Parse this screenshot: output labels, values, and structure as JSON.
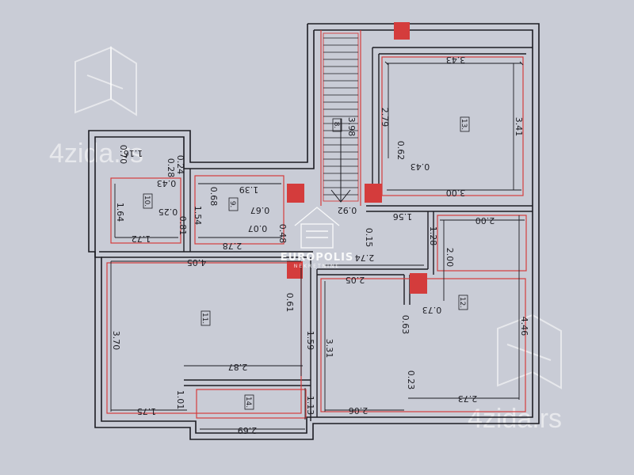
{
  "watermarks": {
    "left": "4zida.rs",
    "right": "4zida.rs"
  },
  "brand": {
    "name": "EUROPOLIS",
    "subtitle": "NEKRETNINE"
  },
  "rooms": {
    "r8": "8.",
    "r9": "9.",
    "r10": "10.",
    "r11": "11.",
    "r12": "12.",
    "r13": "13.",
    "r14": "14."
  },
  "dimensions": {
    "room13_top": "3.43",
    "room13_left": "2.79",
    "room13_right": "3.41",
    "room13_bottom": "3.00",
    "room13_nook_w": "0.43",
    "room13_nook_h": "0.62",
    "stair_len": "3.98",
    "stair_w": "0.92",
    "room10_top_a": "0.70",
    "room10_top_b": "1.16",
    "room10_c": "0.28",
    "room10_d": "0.24",
    "room10_e": "0.43",
    "room10_f": "0.25",
    "room10_left": "1.64",
    "room10_right": "0.81",
    "room10_bottom": "1.72",
    "room9_a": "0.68",
    "room9_top": "1.39",
    "room9_b": "0.67",
    "room9_c": "0.07",
    "room9_left": "1.54",
    "room9_bottom": "2.78",
    "room9_d": "0.48",
    "hall_a": "0.15",
    "hall_b": "1.56",
    "hall_c": "2.74",
    "hall_d": "2.05",
    "hall_e": "1.28",
    "room12_top": "2.00",
    "room12_a": "2.00",
    "room12_b": "0.73",
    "room12_c": "0.63",
    "room12_right": "4.46",
    "room12_d": "0.23",
    "room12_bottom_r": "2.73",
    "room12_bottom_l": "2.06",
    "room12_left": "3.31",
    "room11_top": "4.05",
    "room11_a": "0.61",
    "room11_b": "1.59",
    "room11_left": "3.70",
    "room11_c": "2.87",
    "room11_d": "1.01",
    "room11_bottom": "1.75",
    "room14_right": "1.13",
    "room14_bottom": "2.69"
  }
}
